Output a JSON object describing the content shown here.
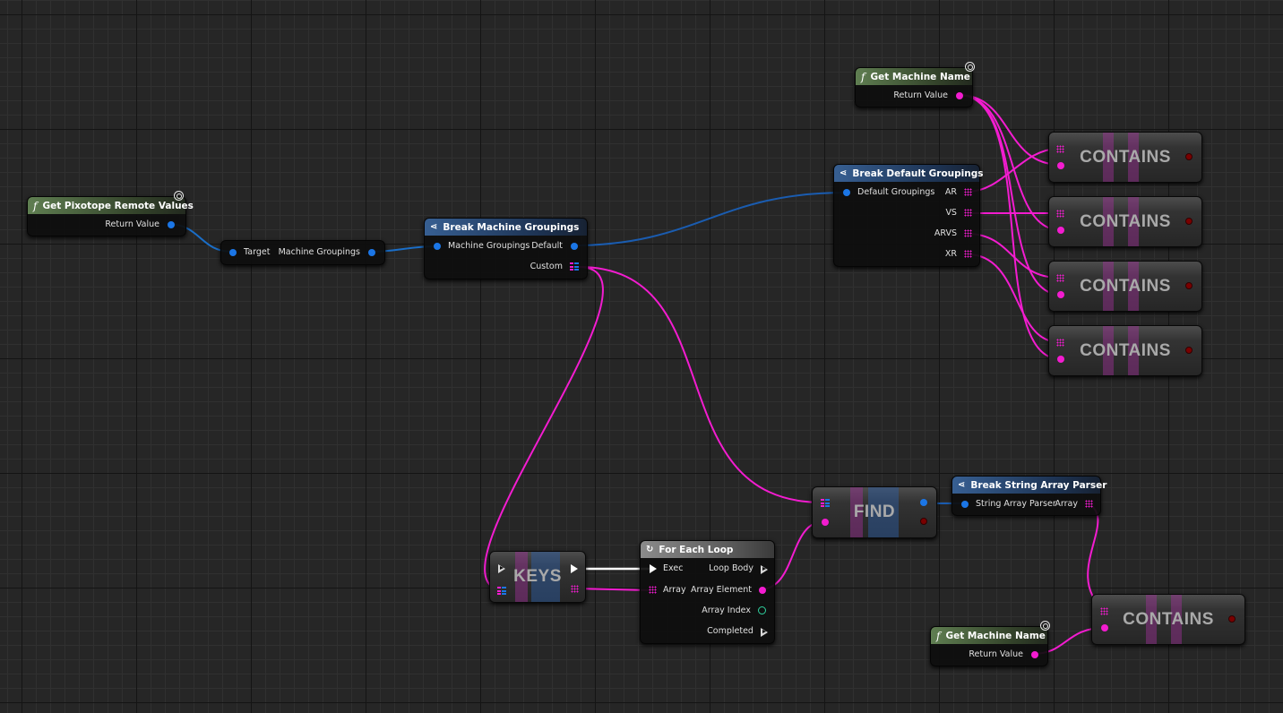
{
  "nodes": {
    "get_pixotope": {
      "title": "Get Pixotope Remote Values",
      "out_label": "Return Value"
    },
    "target_node": {
      "in_label": "Target",
      "out_label": "Machine Groupings"
    },
    "break_mg": {
      "title": "Break Machine Groupings",
      "in_label": "Machine Groupings",
      "out1": "Default",
      "out2": "Custom"
    },
    "break_dg": {
      "title": "Break Default Groupings",
      "in_label": "Default Groupings",
      "outs": [
        "AR",
        "VS",
        "ARVS",
        "XR"
      ]
    },
    "get_machine_top": {
      "title": "Get Machine Name",
      "out_label": "Return Value"
    },
    "contains": [
      "CONTAINS",
      "CONTAINS",
      "CONTAINS",
      "CONTAINS",
      "CONTAINS"
    ],
    "keys": {
      "title": "KEYS"
    },
    "for_each": {
      "title": "For Each Loop",
      "in1": "Exec",
      "in2": "Array",
      "outs": [
        "Loop Body",
        "Array Element",
        "Array Index",
        "Completed"
      ]
    },
    "find": {
      "title": "FIND"
    },
    "break_sap": {
      "title": "Break String Array Parser",
      "in_label": "String Array Parser",
      "out_label": "Array"
    },
    "get_machine_bottom": {
      "title": "Get Machine Name",
      "out_label": "Return Value"
    }
  },
  "colors": {
    "string_pin": "#f31cd0",
    "struct_pin": "#1b76e6",
    "int_pin": "#2fd3a0",
    "exec_pin": "#ffffff",
    "pure_header": "#5f7e51",
    "struct_header": "#375f92",
    "loop_header": "#8b8b8b"
  }
}
